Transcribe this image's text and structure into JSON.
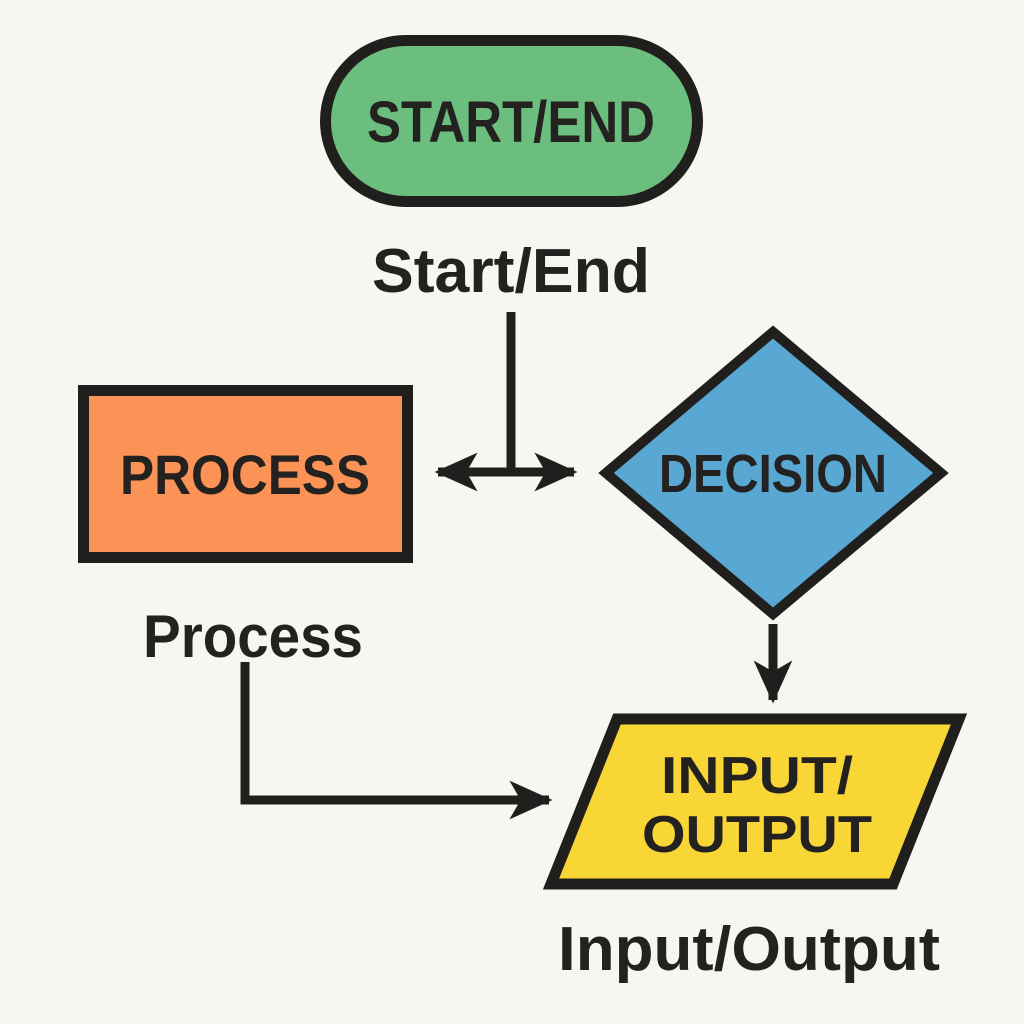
{
  "diagram": {
    "background_color": "#F8F6F0",
    "line_color": "#211F1D",
    "text_color": "#242220"
  },
  "nodes": {
    "start_end": {
      "shape": "stadium",
      "label": "START/END",
      "caption": "Start/End",
      "fill_color": "#6BBE7E"
    },
    "process": {
      "shape": "rectangle",
      "label": "PROCESS",
      "caption": "Process",
      "fill_color": "#FA9355"
    },
    "decision": {
      "shape": "diamond",
      "label": "DECISION",
      "fill_color": "#58A8D3"
    },
    "input_output": {
      "shape": "parallelogram",
      "label_line1": "INPUT/",
      "label_line2": "OUTPUT",
      "caption": "Input/Output",
      "fill_color": "#F7D636"
    }
  }
}
